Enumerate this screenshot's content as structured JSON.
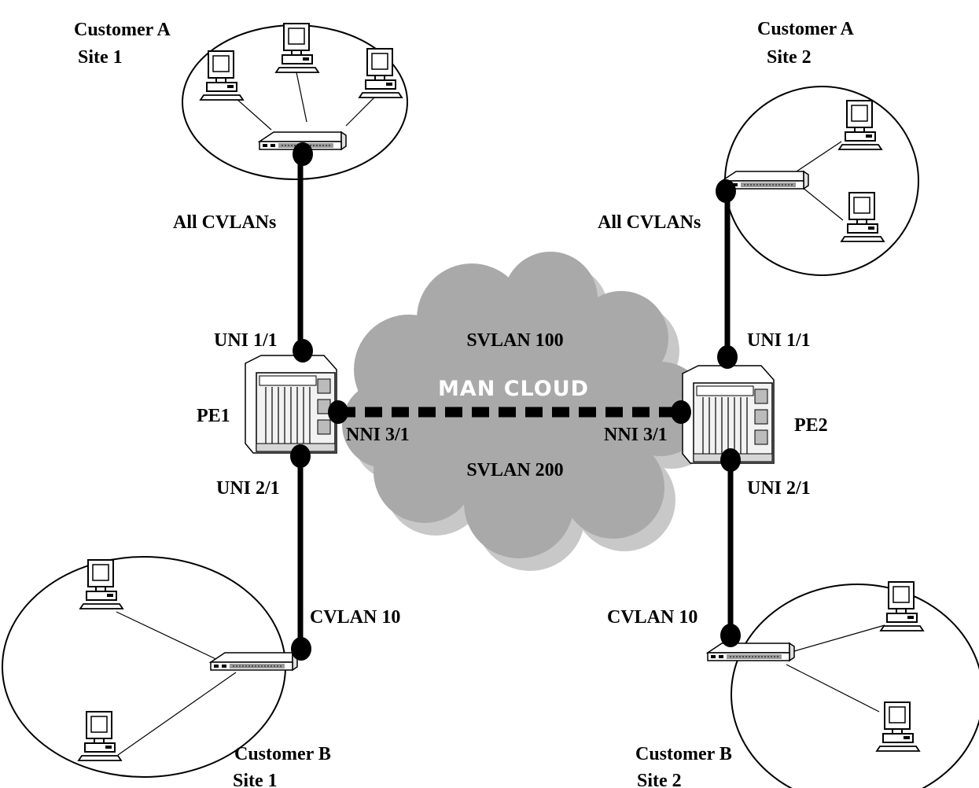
{
  "colors": {
    "cloud_fill": "#a9a9a9",
    "cloud_shadow": "#c8c8c8",
    "link": "#000000",
    "background": "#ffffff"
  },
  "cloud": {
    "title": "MAN CLOUD",
    "svlan_top": "SVLAN 100",
    "svlan_bottom": "SVLAN 200"
  },
  "pe1": {
    "name": "PE1",
    "uni_top": "UNI 1/1",
    "uni_bottom": "UNI 2/1",
    "nni": "NNI 3/1"
  },
  "pe2": {
    "name": "PE2",
    "uni_top": "UNI 1/1",
    "uni_bottom": "UNI 2/1",
    "nni": "NNI 3/1"
  },
  "customer_a_site1": {
    "line1": "Customer A",
    "line2": "Site 1",
    "vlan": "All CVLANs"
  },
  "customer_a_site2": {
    "line1": "Customer A",
    "line2": "Site 2",
    "vlan": "All CVLANs"
  },
  "customer_b_site1": {
    "line1": "Customer B",
    "line2": "Site 1",
    "vlan": "CVLAN 10"
  },
  "customer_b_site2": {
    "line1": "Customer B",
    "line2": "Site 2",
    "vlan": "CVLAN 10"
  }
}
